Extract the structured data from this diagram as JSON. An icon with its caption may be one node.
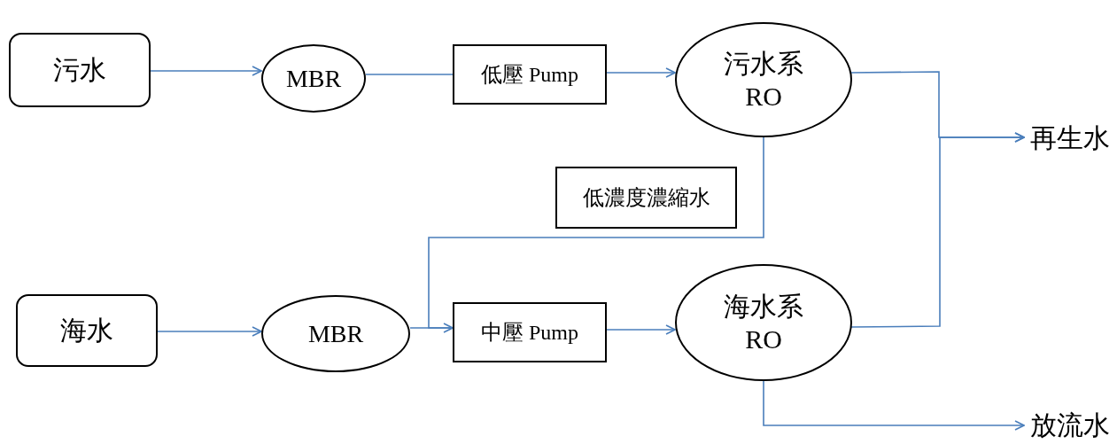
{
  "diagram": {
    "nodes": [
      {
        "text": [
          "污水"
        ]
      },
      {
        "text": [
          "MBR"
        ]
      },
      {
        "text": [
          "低壓 Pump"
        ]
      },
      {
        "text": [
          "污水系 RO"
        ]
      },
      {
        "text": [
          "再生水"
        ]
      },
      {
        "text": [
          "低濃度濃縮水"
        ]
      },
      {
        "text": [
          "海水"
        ]
      },
      {
        "text": [
          "MBR"
        ]
      },
      {
        "text": [
          "中壓 Pump"
        ]
      },
      {
        "text": [
          "海水系 RO"
        ]
      },
      {
        "text": [
          "放流水"
        ]
      }
    ],
    "edges": [
      {
        "from": 0,
        "to": 1,
        "arrow": "to"
      },
      {
        "from": 1,
        "to": 2,
        "arrow": "none"
      },
      {
        "from": 2,
        "to": 3,
        "arrow": "to"
      },
      {
        "from": 3,
        "to": 4,
        "arrow": "to"
      },
      {
        "from": 9,
        "to": 4,
        "arrow": "to"
      },
      {
        "from": 3,
        "to": 8,
        "arrow": "to"
      },
      {
        "from": 6,
        "to": 7,
        "arrow": "to"
      },
      {
        "from": 7,
        "to": 8,
        "arrow": "none"
      },
      {
        "from": 8,
        "to": 9,
        "arrow": "to"
      },
      {
        "from": 9,
        "to": 10,
        "arrow": "to"
      }
    ]
  }
}
